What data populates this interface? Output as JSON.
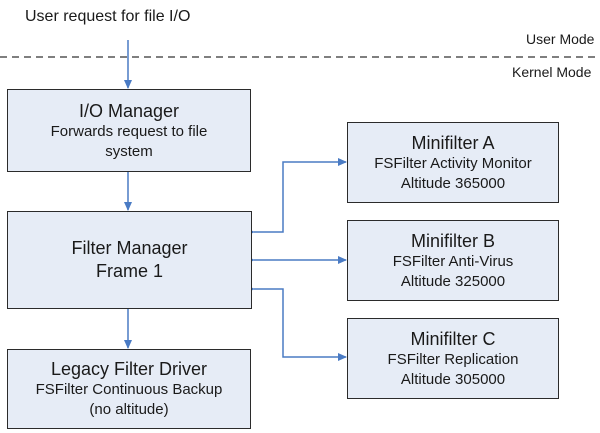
{
  "header": {
    "request": "User request for file I/O",
    "user_mode": "User Mode",
    "kernel_mode": "Kernel Mode"
  },
  "boxes": {
    "io_manager": {
      "title": "I/O Manager",
      "line1": "Forwards request to file",
      "line2": "system"
    },
    "filter_manager": {
      "line1": "Filter Manager",
      "line2": "Frame 1"
    },
    "legacy": {
      "title": "Legacy Filter Driver",
      "line1": "FSFilter Continuous Backup",
      "line2": "(no altitude)"
    },
    "minifilter_a": {
      "title": "Minifilter A",
      "line1": "FSFilter Activity Monitor",
      "line2": "Altitude 365000"
    },
    "minifilter_b": {
      "title": "Minifilter B",
      "line1": "FSFilter Anti-Virus",
      "line2": "Altitude 325000"
    },
    "minifilter_c": {
      "title": "Minifilter C",
      "line1": "FSFilter Replication",
      "line2": "Altitude 305000"
    }
  },
  "colors": {
    "arrow": "#4a7bc4",
    "box_fill": "#e6ecf6",
    "box_border": "#2b2b2b"
  }
}
